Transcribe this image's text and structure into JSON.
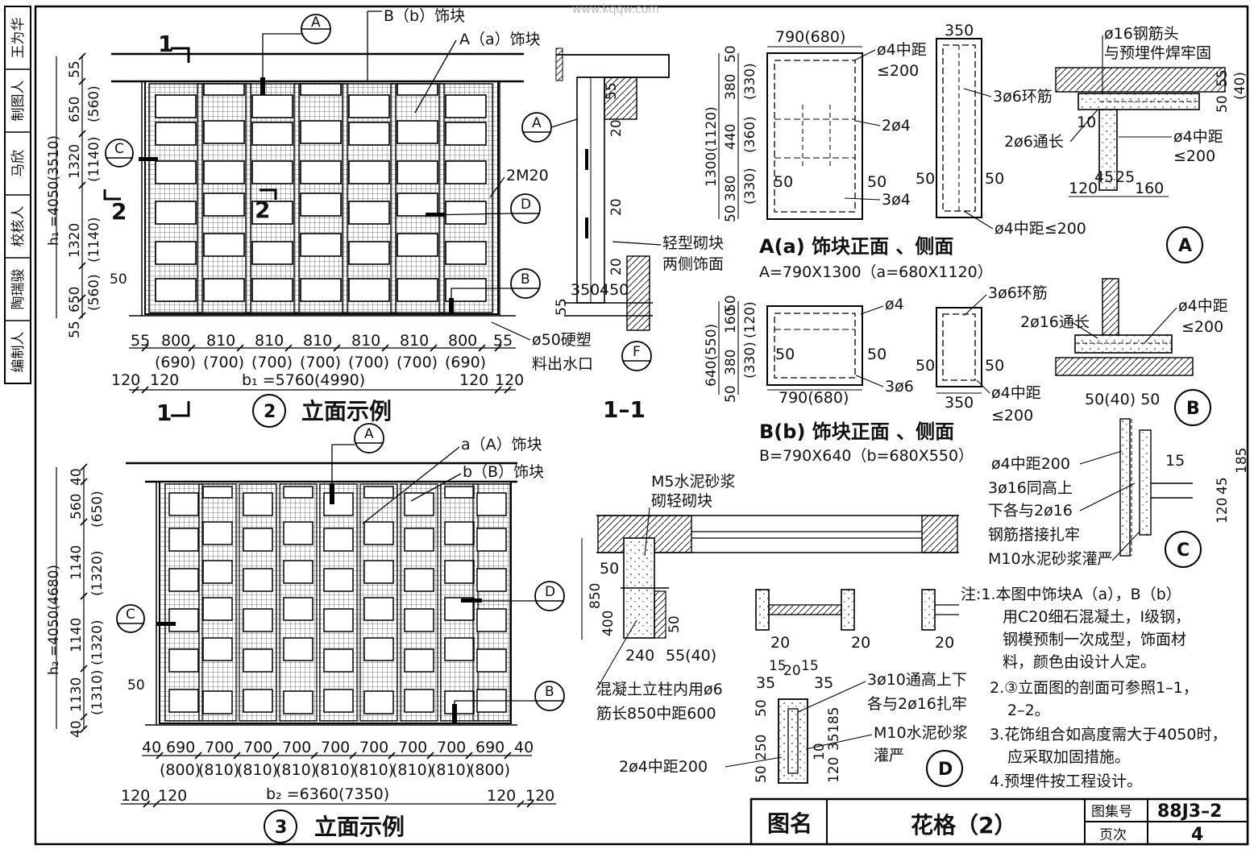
{
  "watermark": "www.kqqw.com",
  "side_strip": [
    "编制人",
    "陶瑞骏",
    "校核人",
    "马欣",
    "制图人",
    "王为华"
  ],
  "elev2": {
    "label_b_block": "B（b）饰块",
    "label_a_block": "A（a）饰块",
    "callout_A": "A",
    "callout_B": "B",
    "callout_C": "C",
    "callout_D": "D",
    "section_1": "1",
    "section_2": "2",
    "anchor": "2M20",
    "h_total": "h₁ =4050(3510)",
    "h_parts": [
      "55",
      "650",
      "(560)",
      "1320",
      "(1140)",
      "1320",
      "(1140)",
      "650",
      "(560)",
      "55"
    ],
    "w_parts": [
      "55",
      "800",
      "810",
      "810",
      "810",
      "810",
      "810",
      "800",
      "55"
    ],
    "w_parts_alt": [
      "(690)",
      "(700)",
      "(700)",
      "(700)",
      "(700)",
      "(700)",
      "(690)"
    ],
    "edge_120": "120",
    "w_total": "b₁ =5760(4990)",
    "dim_50": "50",
    "drain": [
      "ø50硬塑",
      "料出水口"
    ],
    "title_num": "2",
    "title": "立面示例"
  },
  "sec11": {
    "dims": [
      "55",
      "20",
      "20",
      "20",
      "350",
      "450",
      "55"
    ],
    "callout_A": "A",
    "callout_F": "F",
    "note": [
      "轻型砌块",
      "两侧饰面"
    ],
    "title": "1–1"
  },
  "blockA": {
    "w": "790(680)",
    "w_side": "350",
    "h_total": "1300(1120)",
    "h_parts": [
      "50",
      "380",
      "(330)",
      "440",
      "(360)",
      "380",
      "(330)",
      "50"
    ],
    "notes": [
      "ø4中距",
      "≤200",
      "3ø6环筋",
      "2ø4",
      "3ø4",
      "ø4中距≤200"
    ],
    "dim_50": "50",
    "title": "A(a) 饰块正面 、侧面",
    "subtitle": "A=790X1300（a=680X1120）"
  },
  "blockB": {
    "w": "790(680)",
    "w_side": "350",
    "h_total": "640(550)",
    "h_parts": [
      "50",
      "160",
      "(120)",
      "380",
      "(330)",
      "50"
    ],
    "notes": [
      "ø4",
      "3ø6环筋",
      "3ø6",
      "ø4中距",
      "≤200"
    ],
    "dim_50": "50",
    "title": "B(b) 饰块正面 、侧面",
    "subtitle": "B=790X640（b=680X550）"
  },
  "detailA": {
    "notes": [
      "ø16钢筋头",
      "与预埋件焊牢固",
      "10",
      "2ø6通长",
      "ø4中距",
      "≤200"
    ],
    "dims_v": [
      "50",
      "55",
      "(40)"
    ],
    "dims_h": [
      "120",
      "45",
      "25",
      "160"
    ],
    "tag": "A"
  },
  "detailB": {
    "notes": [
      "2ø16通长",
      "ø4中距",
      "≤200"
    ],
    "tag": "B"
  },
  "detailC": {
    "top": "50(40)  50",
    "notes": [
      "ø4中距200",
      "3ø16同高上",
      "下各与2ø16",
      "钢筋搭接扎牢",
      "M10水泥砂浆灌严"
    ],
    "dims": [
      "15",
      "185",
      "45",
      "120"
    ],
    "tag": "C"
  },
  "elev3": {
    "label_a_block": "a（A）饰块",
    "label_b_block": "b（B）饰块",
    "callout_A": "A",
    "callout_B": "B",
    "callout_C": "C",
    "callout_D": "D",
    "h_total": "h₂ =4050(4680)",
    "h_parts": [
      "40",
      "560",
      "(650)",
      "1140",
      "(1320)",
      "1140",
      "(1320)",
      "1130",
      "(1310)",
      "40"
    ],
    "w_parts": [
      "40",
      "690",
      "700",
      "700",
      "700",
      "700",
      "700",
      "700",
      "700",
      "690",
      "40"
    ],
    "w_parts_alt": [
      "(800)",
      "(810)",
      "(810)",
      "(810)",
      "(810)",
      "(810)",
      "(810)",
      "(810)",
      "(800)"
    ],
    "edge_120": "120",
    "w_total": "b₂ =6360(7350)",
    "dim_50": "50",
    "title_num": "3",
    "title": "立面示例"
  },
  "secD": {
    "label": [
      "M5水泥砂浆",
      "砌轻砌块"
    ],
    "dims": [
      "50",
      "850",
      "400",
      "50",
      "240",
      "55(40)",
      "20",
      "20",
      "20"
    ],
    "note": [
      "混凝土立柱内用ø6",
      "筋长850中距600"
    ],
    "dims2": [
      "15",
      "20",
      "15",
      "35",
      "35",
      "50",
      "250",
      "50",
      "185",
      "35",
      "10",
      "120"
    ],
    "note2": [
      "3ø10通高上下",
      "各与2ø16扎牢",
      "M10水泥砂浆",
      "灌严",
      "2ø4中距200"
    ],
    "tag": "D"
  },
  "notes": [
    "注:1.本图中饰块A（a），B（b）",
    "用C20细石混凝土，Ⅰ级钢，",
    "钢模预制一次成型，饰面材",
    "料，颜色由设计人定。",
    "2.③立面图的剖面可参照1–1，",
    "2–2。",
    "3.花饰组合如高度需大于4050时，",
    "应采取加固措施。",
    "4.预埋件按工程设计。"
  ],
  "titleblock": {
    "name_label": "图名",
    "name": "花格（2）",
    "atlas_label": "图集号",
    "atlas": "88J3–2",
    "page_label": "页次",
    "page": "4"
  }
}
